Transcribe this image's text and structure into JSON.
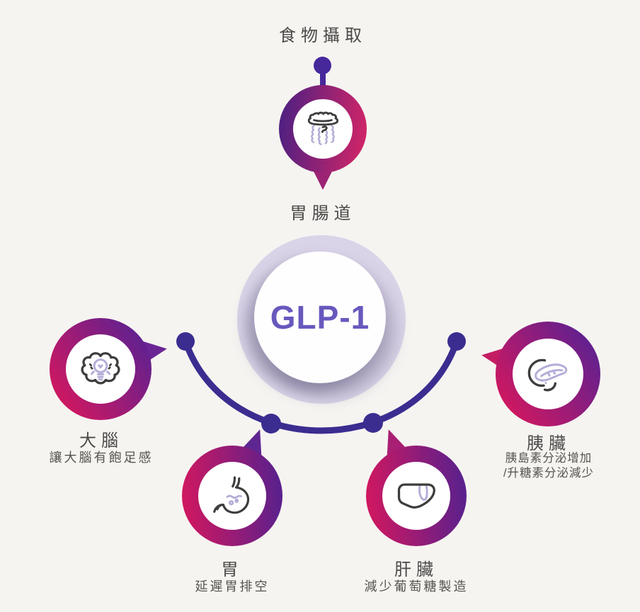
{
  "background_color": "#f6f4f1",
  "colors": {
    "ring_pink": "#d6175e",
    "ring_purple": "#53218f",
    "arc_indigo": "#3b2d90",
    "halo_lavender": "#dad4e8",
    "glp_text": "#6759bd",
    "label_text": "#4c4a48",
    "icon_outline": "#3e3c3c",
    "icon_accent": "#b5add7"
  },
  "flow": {
    "input_label": "食物攝取"
  },
  "center": {
    "label": "GLP-1"
  },
  "nodes": [
    {
      "id": "gastro",
      "title": "胃腸道",
      "subtitle": "",
      "icon": "intestines-icon"
    },
    {
      "id": "brain",
      "title": "大腦",
      "subtitle": "讓大腦有飽足感",
      "icon": "brain-icon"
    },
    {
      "id": "stomach",
      "title": "胃",
      "subtitle": "延遲胃排空",
      "icon": "stomach-icon"
    },
    {
      "id": "liver",
      "title": "肝臟",
      "subtitle": "減少葡萄糖製造",
      "icon": "liver-icon"
    },
    {
      "id": "pancreas",
      "title": "胰臟",
      "subtitle": "胰島素分泌增加\n/升糖素分泌減少",
      "icon": "pancreas-icon"
    }
  ]
}
